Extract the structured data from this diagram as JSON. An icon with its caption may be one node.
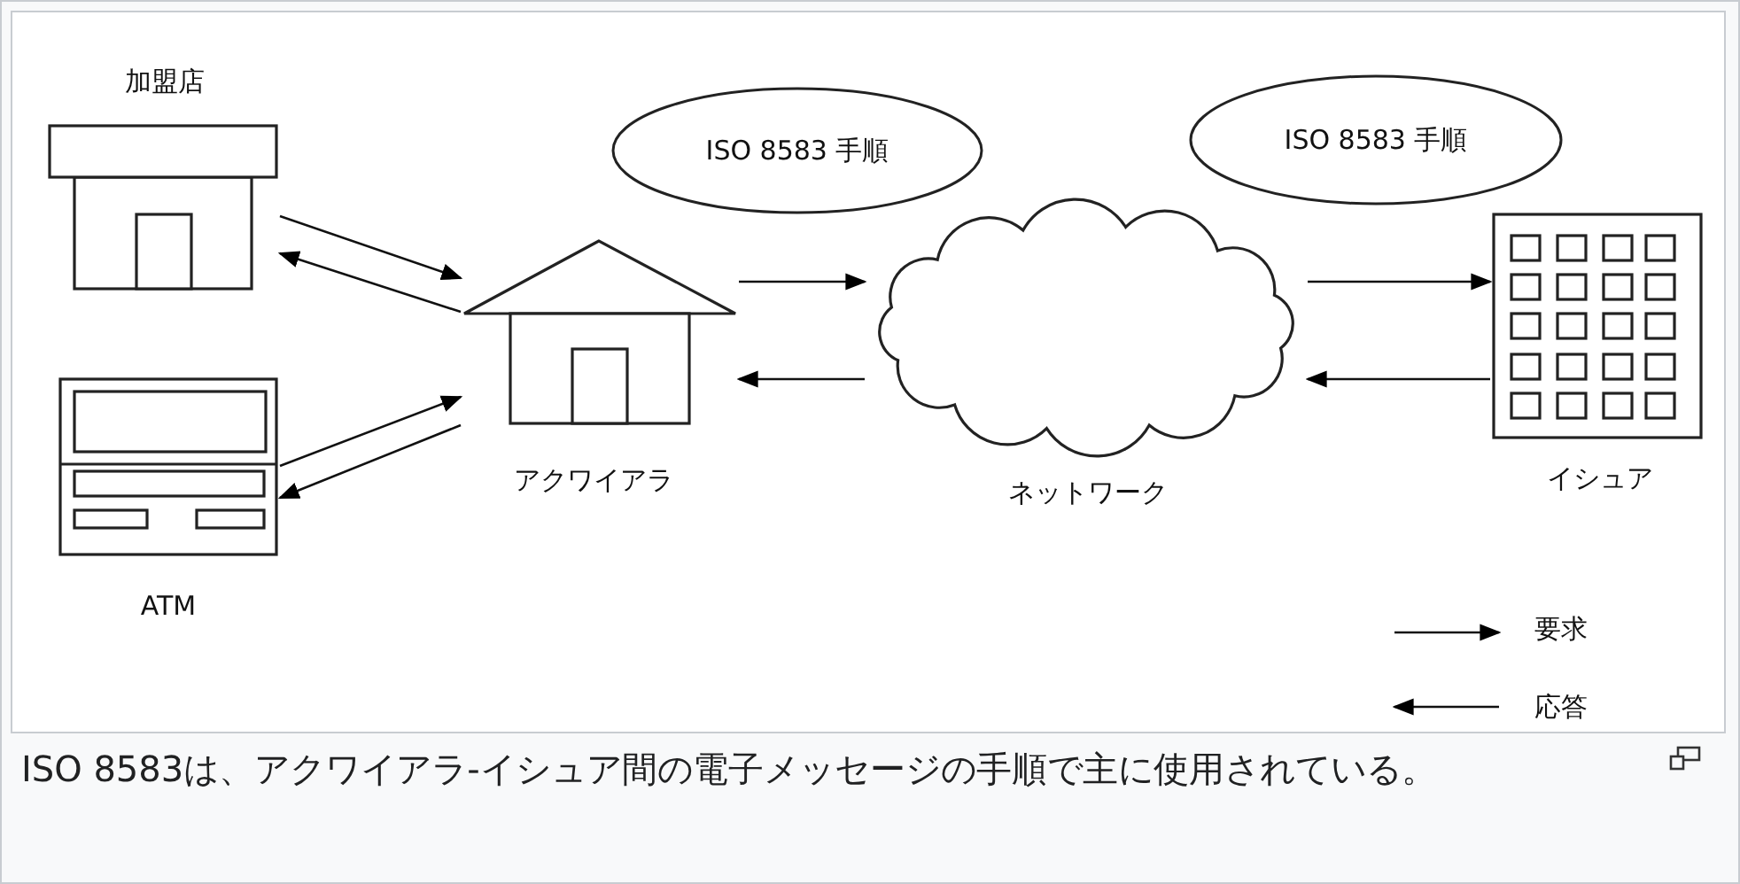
{
  "diagram": {
    "caption": "ISO 8583は、アクワイアラ-イシュア間の電子メッセージの手順で主に使用されている。",
    "nodes": [
      {
        "text": [
          "加盟店"
        ]
      },
      {
        "text": [
          "ATM"
        ]
      },
      {
        "text": [
          "アクワイアラ"
        ]
      },
      {
        "text": [
          "ネットワーク"
        ]
      },
      {
        "text": [
          "イシュア"
        ]
      },
      {
        "text": [
          "ISO 8583 手順"
        ]
      },
      {
        "text": [
          "ISO 8583 手順"
        ]
      }
    ],
    "edges": [
      {
        "from": 0,
        "to": 2,
        "arrow": "to"
      },
      {
        "from": 2,
        "to": 0,
        "arrow": "to"
      },
      {
        "from": 1,
        "to": 2,
        "arrow": "to"
      },
      {
        "from": 2,
        "to": 1,
        "arrow": "to"
      },
      {
        "from": 2,
        "to": 3,
        "arrow": "to"
      },
      {
        "from": 3,
        "to": 2,
        "arrow": "to"
      },
      {
        "from": 3,
        "to": 4,
        "arrow": "to"
      },
      {
        "from": 4,
        "to": 3,
        "arrow": "to"
      }
    ],
    "legend": [
      {
        "text": "要求"
      },
      {
        "text": "応答"
      }
    ]
  }
}
